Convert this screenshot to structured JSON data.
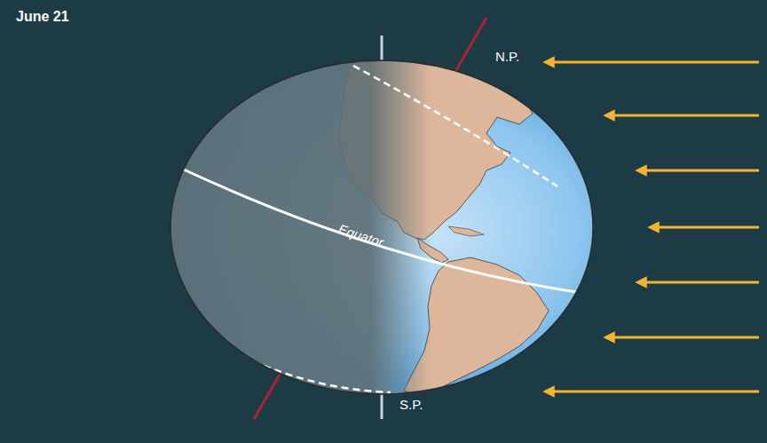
{
  "diagram": {
    "title": "June 21",
    "labels": [
      "N.P.",
      "S.P.",
      "Equator"
    ]
  }
}
